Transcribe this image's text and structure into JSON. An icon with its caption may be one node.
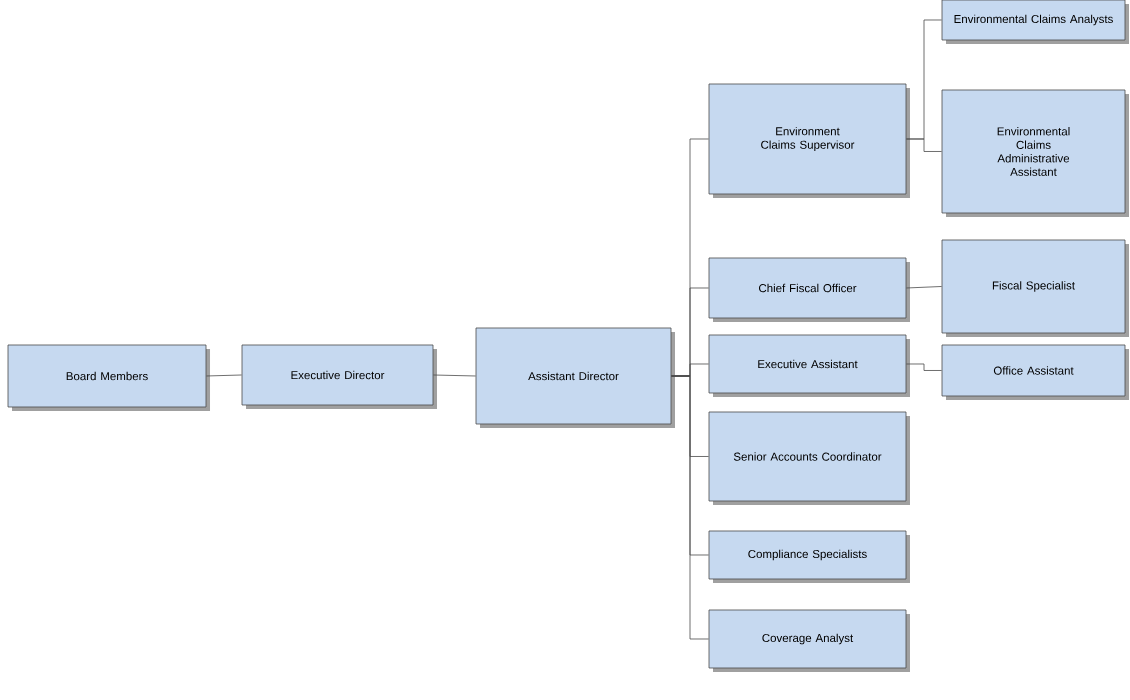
{
  "diagram": {
    "nodes": [
      {
        "text": [
          "Board Members"
        ]
      },
      {
        "text": [
          "Executive Director"
        ]
      },
      {
        "text": [
          "Assistant Director"
        ]
      },
      {
        "text": [
          "Environment Claims Supervisor"
        ]
      },
      {
        "text": [
          "Environmental Claims Analysts"
        ]
      },
      {
        "text": [
          "Environmental Claims Administrative Assistant"
        ]
      },
      {
        "text": [
          "Chief Fiscal Officer"
        ]
      },
      {
        "text": [
          "Fiscal Specialist"
        ]
      },
      {
        "text": [
          "Executive Assistant"
        ]
      },
      {
        "text": [
          "Office Assistant"
        ]
      },
      {
        "text": [
          "Senior Accounts Coordinator"
        ]
      },
      {
        "text": [
          "Compliance Specialists"
        ]
      },
      {
        "text": [
          "Coverage Analyst"
        ]
      }
    ],
    "edges": [
      {
        "from": 0,
        "to": 1,
        "arrow": "none"
      },
      {
        "from": 1,
        "to": 2,
        "arrow": "none"
      },
      {
        "from": 2,
        "to": 3,
        "arrow": "none"
      },
      {
        "from": 3,
        "to": 4,
        "arrow": "none"
      },
      {
        "from": 3,
        "to": 5,
        "arrow": "none"
      },
      {
        "from": 2,
        "to": 6,
        "arrow": "none"
      },
      {
        "from": 6,
        "to": 7,
        "arrow": "none"
      },
      {
        "from": 2,
        "to": 8,
        "arrow": "none"
      },
      {
        "from": 8,
        "to": 9,
        "arrow": "none"
      },
      {
        "from": 2,
        "to": 10,
        "arrow": "none"
      },
      {
        "from": 2,
        "to": 11,
        "arrow": "none"
      },
      {
        "from": 2,
        "to": 12,
        "arrow": "none"
      }
    ]
  }
}
